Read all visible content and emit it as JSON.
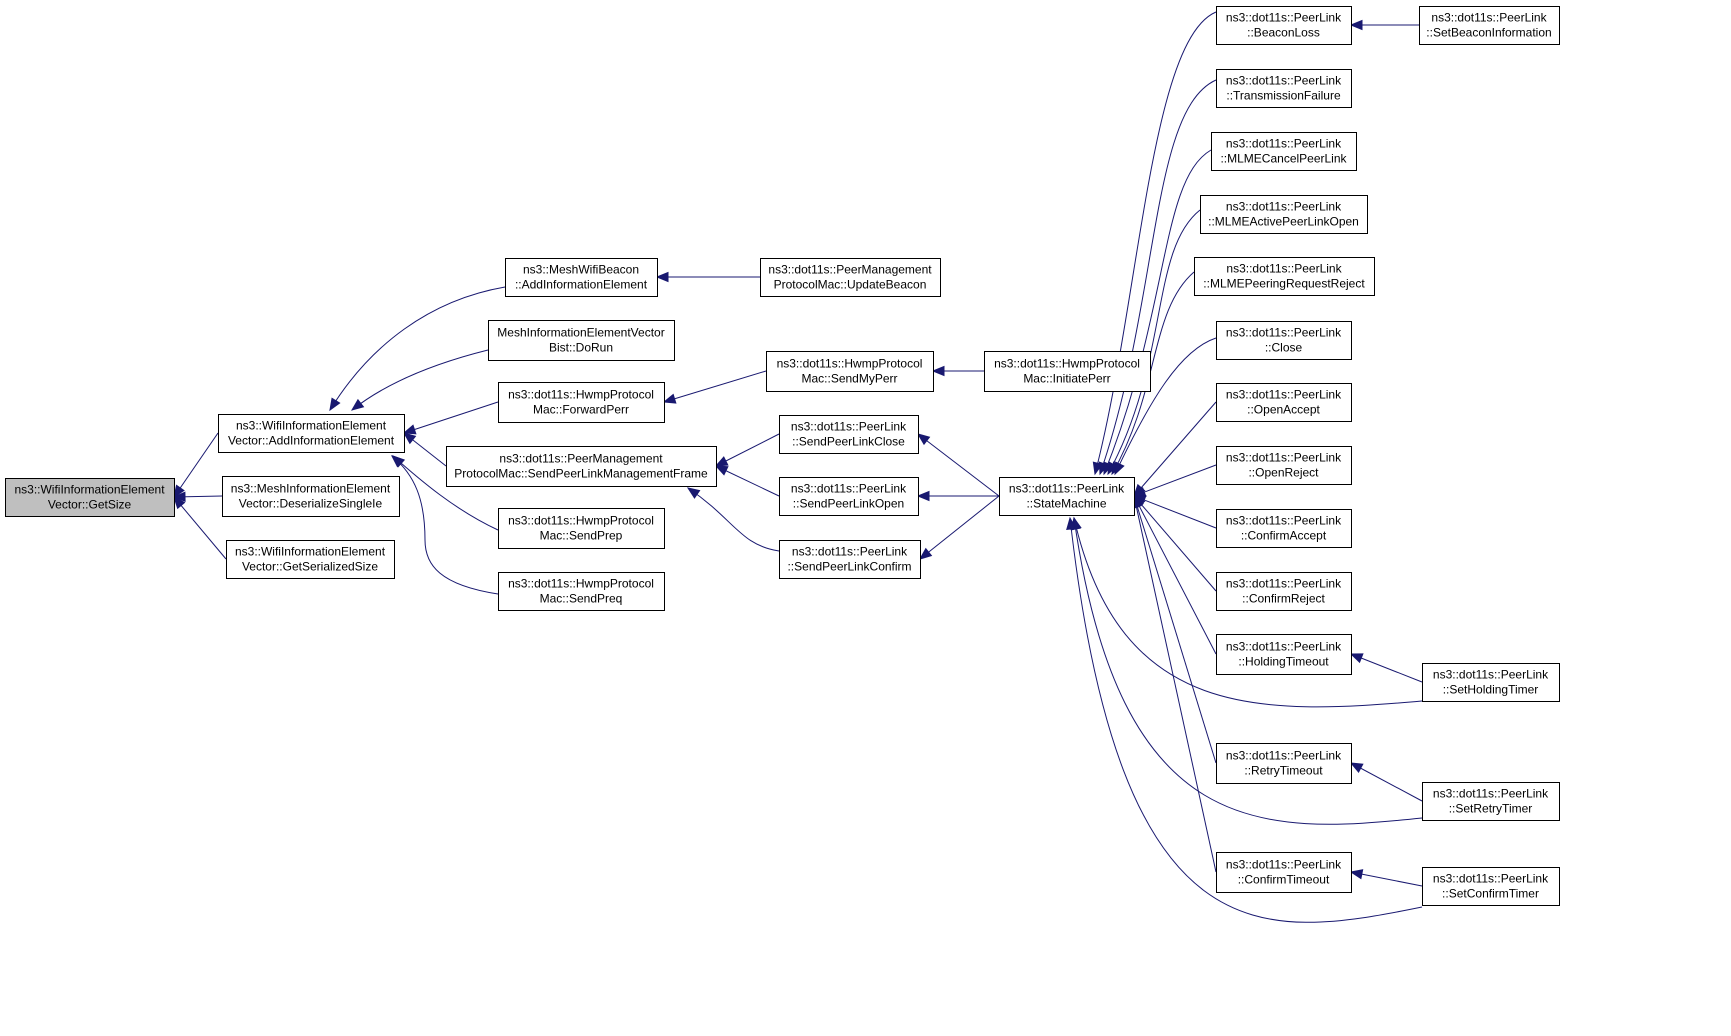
{
  "graph": {
    "nodes": [
      {
        "id": "n0",
        "lines": [
          "ns3::WifiInformationElement",
          "Vector::GetSize"
        ],
        "root": true
      },
      {
        "id": "n1",
        "lines": [
          "ns3::WifiInformationElement",
          "Vector::AddInformationElement"
        ]
      },
      {
        "id": "n2",
        "lines": [
          "ns3::MeshInformationElement",
          "Vector::DeserializeSingleIe"
        ]
      },
      {
        "id": "n3",
        "lines": [
          "ns3::WifiInformationElement",
          "Vector::GetSerializedSize"
        ]
      },
      {
        "id": "n4",
        "lines": [
          "ns3::MeshWifiBeacon",
          "::AddInformationElement"
        ]
      },
      {
        "id": "n5",
        "lines": [
          "MeshInformationElementVector",
          "Bist::DoRun"
        ]
      },
      {
        "id": "n6",
        "lines": [
          "ns3::dot11s::HwmpProtocol",
          "Mac::ForwardPerr"
        ]
      },
      {
        "id": "n7",
        "lines": [
          "ns3::dot11s::PeerManagement",
          "ProtocolMac::SendPeerLinkManagementFrame"
        ]
      },
      {
        "id": "n8",
        "lines": [
          "ns3::dot11s::HwmpProtocol",
          "Mac::SendPrep"
        ]
      },
      {
        "id": "n9",
        "lines": [
          "ns3::dot11s::HwmpProtocol",
          "Mac::SendPreq"
        ]
      },
      {
        "id": "n10",
        "lines": [
          "ns3::dot11s::PeerManagement",
          "ProtocolMac::UpdateBeacon"
        ]
      },
      {
        "id": "n11",
        "lines": [
          "ns3::dot11s::HwmpProtocol",
          "Mac::SendMyPerr"
        ]
      },
      {
        "id": "n12",
        "lines": [
          "ns3::dot11s::PeerLink",
          "::SendPeerLinkClose"
        ]
      },
      {
        "id": "n13",
        "lines": [
          "ns3::dot11s::PeerLink",
          "::SendPeerLinkOpen"
        ]
      },
      {
        "id": "n14",
        "lines": [
          "ns3::dot11s::PeerLink",
          "::SendPeerLinkConfirm"
        ]
      },
      {
        "id": "n15",
        "lines": [
          "ns3::dot11s::HwmpProtocol",
          "Mac::InitiatePerr"
        ]
      },
      {
        "id": "n16",
        "lines": [
          "ns3::dot11s::PeerLink",
          "::StateMachine"
        ]
      },
      {
        "id": "n17",
        "lines": [
          "ns3::dot11s::PeerLink",
          "::BeaconLoss"
        ]
      },
      {
        "id": "n18",
        "lines": [
          "ns3::dot11s::PeerLink",
          "::TransmissionFailure"
        ]
      },
      {
        "id": "n19",
        "lines": [
          "ns3::dot11s::PeerLink",
          "::MLMECancelPeerLink"
        ]
      },
      {
        "id": "n20",
        "lines": [
          "ns3::dot11s::PeerLink",
          "::MLMEActivePeerLinkOpen"
        ]
      },
      {
        "id": "n21",
        "lines": [
          "ns3::dot11s::PeerLink",
          "::MLMEPeeringRequestReject"
        ]
      },
      {
        "id": "n22",
        "lines": [
          "ns3::dot11s::PeerLink",
          "::Close"
        ]
      },
      {
        "id": "n23",
        "lines": [
          "ns3::dot11s::PeerLink",
          "::OpenAccept"
        ]
      },
      {
        "id": "n24",
        "lines": [
          "ns3::dot11s::PeerLink",
          "::OpenReject"
        ]
      },
      {
        "id": "n25",
        "lines": [
          "ns3::dot11s::PeerLink",
          "::ConfirmAccept"
        ]
      },
      {
        "id": "n26",
        "lines": [
          "ns3::dot11s::PeerLink",
          "::ConfirmReject"
        ]
      },
      {
        "id": "n27",
        "lines": [
          "ns3::dot11s::PeerLink",
          "::HoldingTimeout"
        ]
      },
      {
        "id": "n28",
        "lines": [
          "ns3::dot11s::PeerLink",
          "::RetryTimeout"
        ]
      },
      {
        "id": "n29",
        "lines": [
          "ns3::dot11s::PeerLink",
          "::ConfirmTimeout"
        ]
      },
      {
        "id": "n30",
        "lines": [
          "ns3::dot11s::PeerLink",
          "::SetBeaconInformation"
        ]
      },
      {
        "id": "n31",
        "lines": [
          "ns3::dot11s::PeerLink",
          "::SetHoldingTimer"
        ]
      },
      {
        "id": "n32",
        "lines": [
          "ns3::dot11s::PeerLink",
          "::SetRetryTimer"
        ]
      },
      {
        "id": "n33",
        "lines": [
          "ns3::dot11s::PeerLink",
          "::SetConfirmTimer"
        ]
      }
    ],
    "edges": [
      {
        "from": "n1",
        "to": "n0"
      },
      {
        "from": "n2",
        "to": "n0"
      },
      {
        "from": "n3",
        "to": "n0"
      },
      {
        "from": "n4",
        "to": "n1"
      },
      {
        "from": "n5",
        "to": "n1"
      },
      {
        "from": "n6",
        "to": "n1"
      },
      {
        "from": "n7",
        "to": "n1"
      },
      {
        "from": "n8",
        "to": "n1"
      },
      {
        "from": "n9",
        "to": "n1"
      },
      {
        "from": "n10",
        "to": "n4"
      },
      {
        "from": "n11",
        "to": "n6"
      },
      {
        "from": "n12",
        "to": "n7"
      },
      {
        "from": "n13",
        "to": "n7"
      },
      {
        "from": "n14",
        "to": "n7"
      },
      {
        "from": "n15",
        "to": "n11"
      },
      {
        "from": "n16",
        "to": "n12"
      },
      {
        "from": "n16",
        "to": "n13"
      },
      {
        "from": "n16",
        "to": "n14"
      },
      {
        "from": "n17",
        "to": "n16"
      },
      {
        "from": "n18",
        "to": "n16"
      },
      {
        "from": "n19",
        "to": "n16"
      },
      {
        "from": "n20",
        "to": "n16"
      },
      {
        "from": "n21",
        "to": "n16"
      },
      {
        "from": "n22",
        "to": "n16"
      },
      {
        "from": "n23",
        "to": "n16"
      },
      {
        "from": "n24",
        "to": "n16"
      },
      {
        "from": "n25",
        "to": "n16"
      },
      {
        "from": "n26",
        "to": "n16"
      },
      {
        "from": "n27",
        "to": "n16"
      },
      {
        "from": "n28",
        "to": "n16"
      },
      {
        "from": "n29",
        "to": "n16"
      },
      {
        "from": "n30",
        "to": "n17"
      },
      {
        "from": "n31",
        "to": "n27"
      },
      {
        "from": "n31",
        "to": "n16"
      },
      {
        "from": "n32",
        "to": "n28"
      },
      {
        "from": "n32",
        "to": "n16"
      },
      {
        "from": "n33",
        "to": "n29"
      },
      {
        "from": "n33",
        "to": "n16"
      }
    ],
    "colors": {
      "edge": "#191970",
      "root_fill": "#bfbfbf",
      "node_fill": "#ffffff",
      "node_border": "#000000"
    }
  }
}
